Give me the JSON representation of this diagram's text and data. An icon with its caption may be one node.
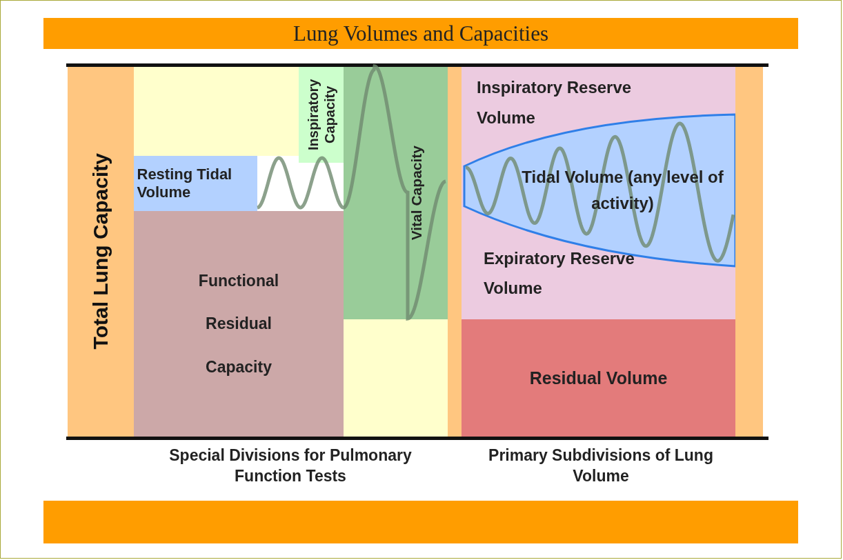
{
  "diagram": {
    "title": "Lung Volumes and Capacities",
    "nodes": [
      {
        "text": [
          "Total Lung Capacity"
        ]
      },
      {
        "text": [
          "Resting Tidal Volume"
        ]
      },
      {
        "text": [
          "Inspiratory Capacity"
        ]
      },
      {
        "text": [
          "Vital Capacity"
        ]
      },
      {
        "text": [
          "Functional Residual Capacity"
        ]
      },
      {
        "text": [
          "Inspiratory Reserve Volume"
        ]
      },
      {
        "text": [
          "Tidal Volume (any level of activity)"
        ]
      },
      {
        "text": [
          "Expiratory Reserve Volume"
        ]
      },
      {
        "text": [
          "Residual Volume"
        ]
      }
    ],
    "labels": [
      "Special Divisions for Pulmonary Function Tests",
      "Primary Subdivisions of Lung Volume"
    ]
  }
}
